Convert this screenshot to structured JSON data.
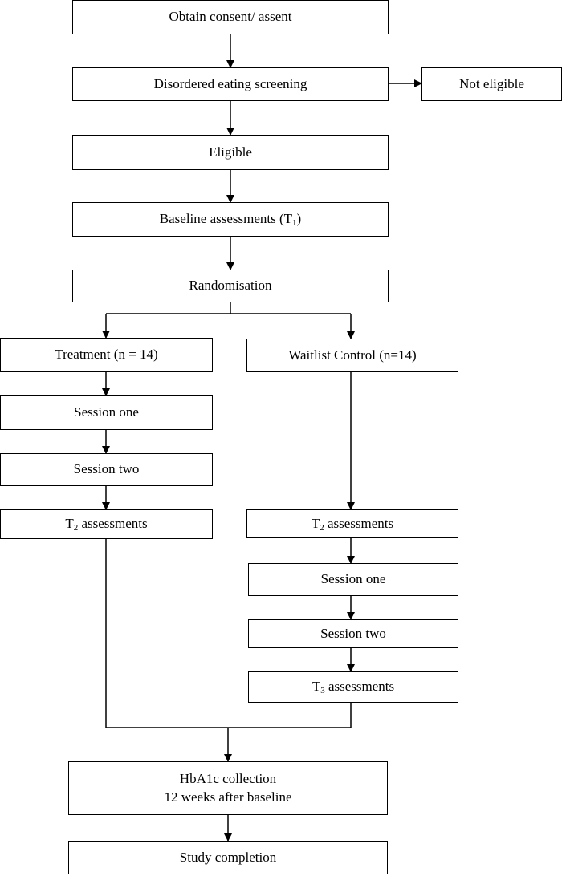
{
  "flow": {
    "consent": "Obtain consent/ assent",
    "screening": "Disordered eating screening",
    "not_eligible": "Not eligible",
    "eligible": "Eligible",
    "baseline": {
      "prefix": "Baseline assessments (T",
      "sub": "1",
      "suffix": ")"
    },
    "randomisation": "Randomisation",
    "treatment": {
      "header": "Treatment (n = 14)",
      "session_one": "Session one",
      "session_two": "Session two",
      "t2": {
        "prefix": "T",
        "sub": "2",
        "suffix": " assessments"
      }
    },
    "waitlist": {
      "header": "Waitlist Control (n=14)",
      "t2": {
        "prefix": "T",
        "sub": "2",
        "suffix": " assessments"
      },
      "session_one": "Session one",
      "session_two": "Session two",
      "t3": {
        "prefix": "T",
        "sub": "3",
        "suffix": " assessments"
      }
    },
    "hba1c": {
      "line1": "HbA1c collection",
      "line2": "12 weeks after baseline"
    },
    "completion": "Study completion"
  }
}
